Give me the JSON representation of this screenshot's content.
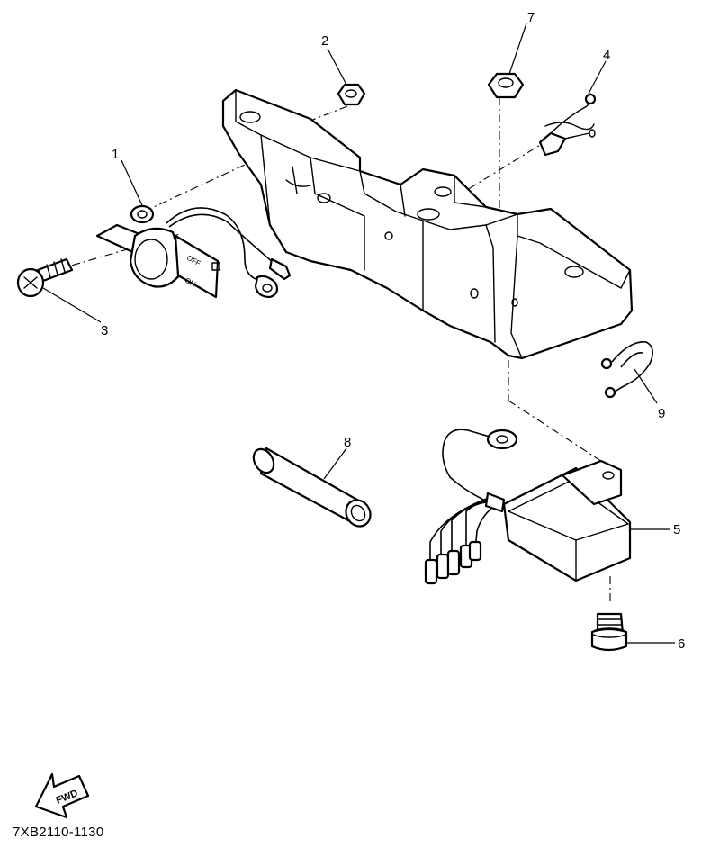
{
  "diagram": {
    "part_code": "7XB2110-1130",
    "fwd_label": "FWD",
    "switch_labels": {
      "off": "OFF",
      "on": "ON"
    },
    "callouts": [
      {
        "id": "c1",
        "label": "1"
      },
      {
        "id": "c2",
        "label": "2"
      },
      {
        "id": "c3",
        "label": "3"
      },
      {
        "id": "c4",
        "label": "4"
      },
      {
        "id": "c5",
        "label": "5"
      },
      {
        "id": "c6",
        "label": "6"
      },
      {
        "id": "c7",
        "label": "7"
      },
      {
        "id": "c8",
        "label": "8"
      },
      {
        "id": "c9",
        "label": "9"
      }
    ]
  }
}
